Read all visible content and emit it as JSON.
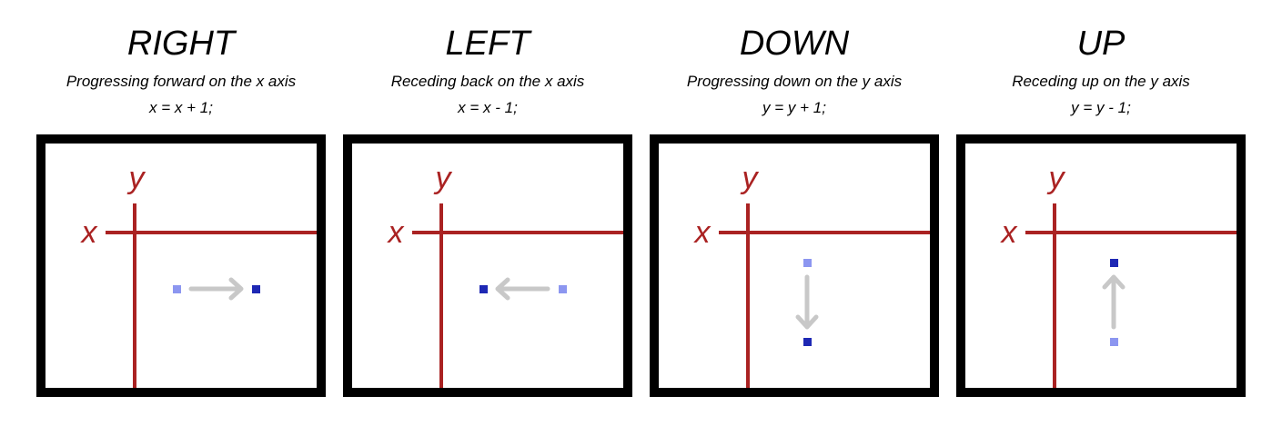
{
  "colors": {
    "axis": "#aa2222",
    "border": "#000000",
    "arrow": "#c8c8c8",
    "point_old": "#8c96f0",
    "point_new": "#1e28b4"
  },
  "panels": [
    {
      "direction": "RIGHT",
      "description": "Progressing forward on the x axis",
      "formula": "x = x + 1;",
      "x_label": "x",
      "y_label": "y",
      "movement": "right",
      "arrow_icon": "arrow-right-icon"
    },
    {
      "direction": "LEFT",
      "description": "Receding back on the x axis",
      "formula": "x = x - 1;",
      "x_label": "x",
      "y_label": "y",
      "movement": "left",
      "arrow_icon": "arrow-left-icon"
    },
    {
      "direction": "DOWN",
      "description": "Progressing down on the y axis",
      "formula": "y = y + 1;",
      "x_label": "x",
      "y_label": "y",
      "movement": "down",
      "arrow_icon": "arrow-down-icon"
    },
    {
      "direction": "UP",
      "description": "Receding up on the y axis",
      "formula": "y = y - 1;",
      "x_label": "x",
      "y_label": "y",
      "movement": "up",
      "arrow_icon": "arrow-up-icon"
    }
  ]
}
